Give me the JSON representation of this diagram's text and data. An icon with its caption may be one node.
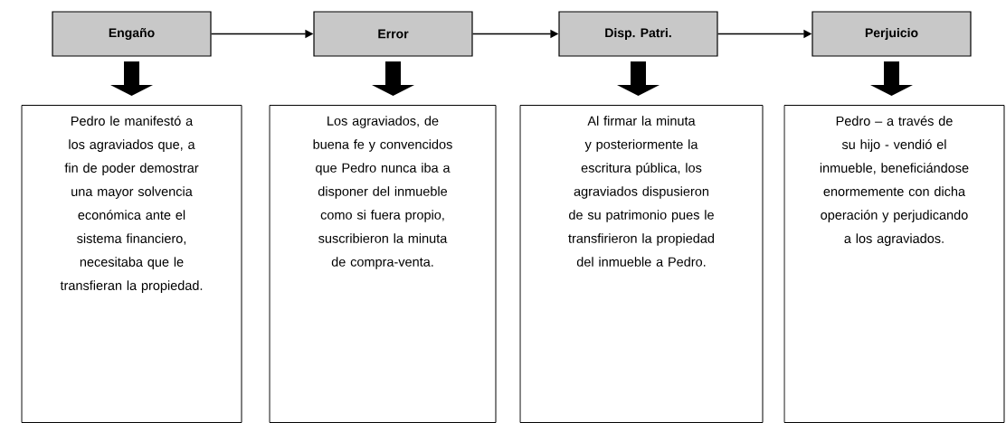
{
  "diagram": {
    "nodes": [
      {
        "text": [
          "Engaño"
        ]
      },
      {
        "text": [
          "Error"
        ]
      },
      {
        "text": [
          "Disp. Patri."
        ]
      },
      {
        "text": [
          "Perjuicio"
        ]
      },
      {
        "text": [
          "Pedro le manifestó a los agraviados que, a fin de poder demostrar una mayor solvencia económica ante el sistema financiero, necesitaba que le transfieran la propiedad."
        ]
      },
      {
        "text": [
          "Los agraviados, de buena fe y convencidos que Pedro nunca iba a disponer del inmueble como si fuera propio, suscribieron la minuta de compra-venta."
        ]
      },
      {
        "text": [
          "Al firmar la minuta y posteriormente la escritura pública, los agraviados dispusieron de su patrimonio pues le transfirieron la propiedad del inmueble a Pedro."
        ]
      },
      {
        "text": [
          "Pedro – a través de su hijo - vendió el inmueble, beneficiándose enormemente con dicha operación y perjudicando a los agraviados."
        ]
      }
    ],
    "edges": [
      {
        "from": 0,
        "to": 1,
        "arrow": "to"
      },
      {
        "from": 1,
        "to": 2,
        "arrow": "to"
      },
      {
        "from": 2,
        "to": 3,
        "arrow": "to"
      },
      {
        "from": 0,
        "to": 4,
        "arrow": "to",
        "style": "thick"
      },
      {
        "from": 1,
        "to": 5,
        "arrow": "to",
        "style": "thick"
      },
      {
        "from": 2,
        "to": 6,
        "arrow": "to",
        "style": "thick"
      },
      {
        "from": 3,
        "to": 7,
        "arrow": "to",
        "style": "thick"
      }
    ]
  }
}
